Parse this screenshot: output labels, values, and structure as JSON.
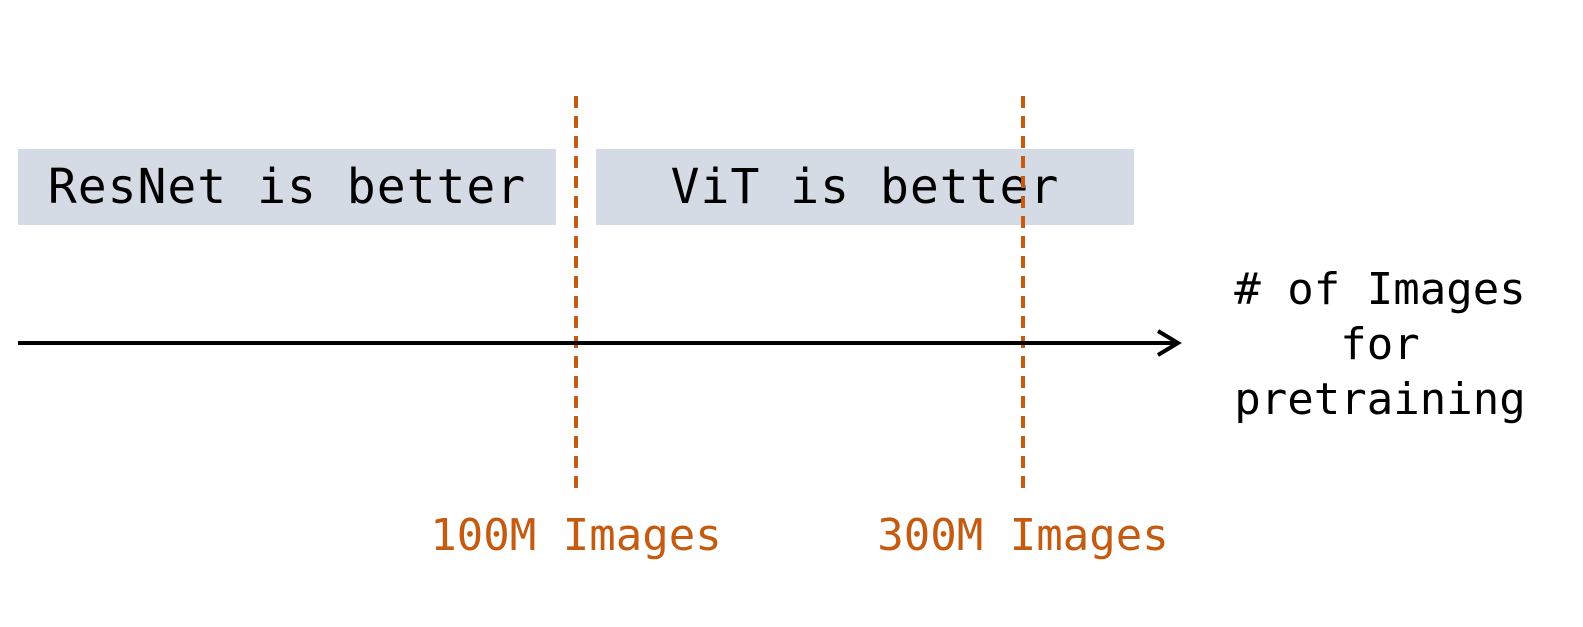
{
  "regions": {
    "resnet": "ResNet is better",
    "vit": "ViT is better"
  },
  "axis": {
    "label": "# of Images\nfor\npretraining"
  },
  "thresholds": [
    {
      "label": "100M Images",
      "value_millions": 100
    },
    {
      "label": "300M Images",
      "value_millions": 300
    }
  ],
  "colors": {
    "threshold": "#c55a11",
    "axis": "#000000",
    "region_fill": "#d5dbe5"
  }
}
